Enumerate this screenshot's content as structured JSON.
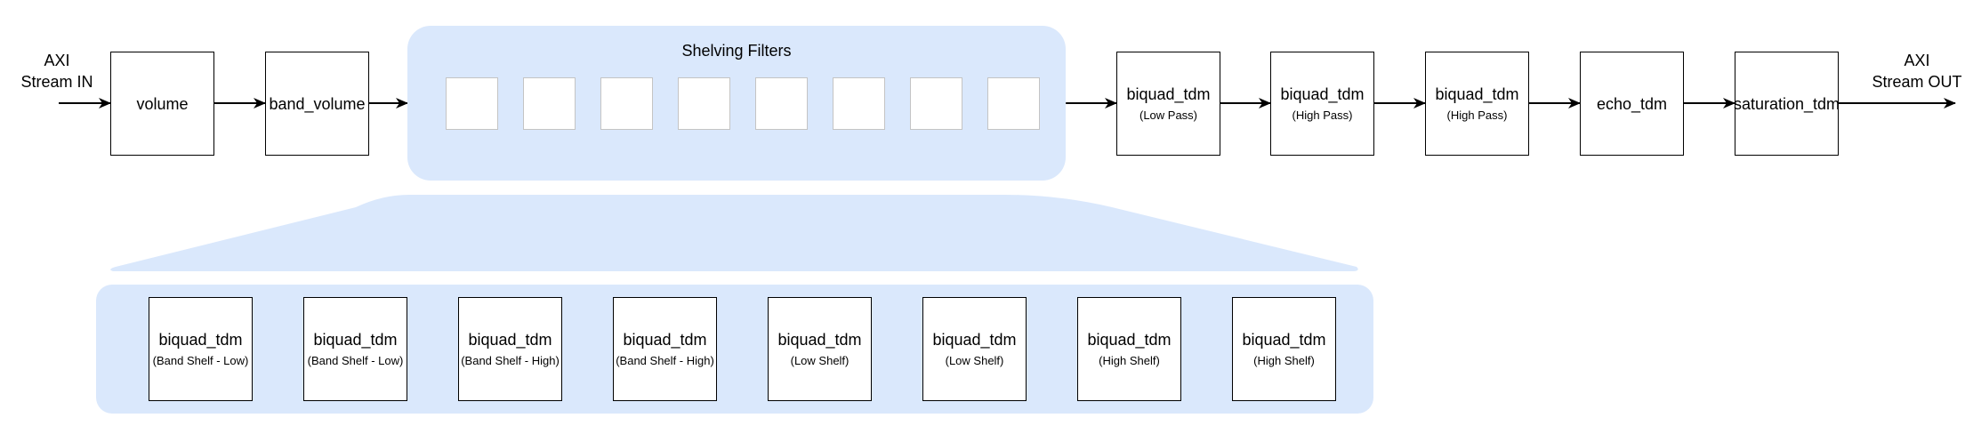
{
  "io": {
    "input_label": "AXI\nStream IN",
    "output_label": "AXI\nStream OUT"
  },
  "pipeline": {
    "volume": "volume",
    "band_volume": "band_volume",
    "lowpass": {
      "name": "biquad_tdm",
      "sub": "(Low Pass)"
    },
    "highpass1": {
      "name": "biquad_tdm",
      "sub": "(High Pass)"
    },
    "highpass2": {
      "name": "biquad_tdm",
      "sub": "(High Pass)"
    },
    "echo": "echo_tdm",
    "saturation": "saturation_tdm"
  },
  "shelving": {
    "title": "Shelving Filters",
    "stages": [
      {
        "name": "biquad_tdm",
        "sub": "(Band Shelf - Low)"
      },
      {
        "name": "biquad_tdm",
        "sub": "(Band Shelf - Low)"
      },
      {
        "name": "biquad_tdm",
        "sub": "(Band Shelf - High)"
      },
      {
        "name": "biquad_tdm",
        "sub": "(Band Shelf - High)"
      },
      {
        "name": "biquad_tdm",
        "sub": "(Low Shelf)"
      },
      {
        "name": "biquad_tdm",
        "sub": "(Low Shelf)"
      },
      {
        "name": "biquad_tdm",
        "sub": "(High Shelf)"
      },
      {
        "name": "biquad_tdm",
        "sub": "(High Shelf)"
      }
    ]
  },
  "colors": {
    "panel": "#dae8fc",
    "ghost_stroke": "#c4c4c4",
    "stroke": "#000000"
  }
}
